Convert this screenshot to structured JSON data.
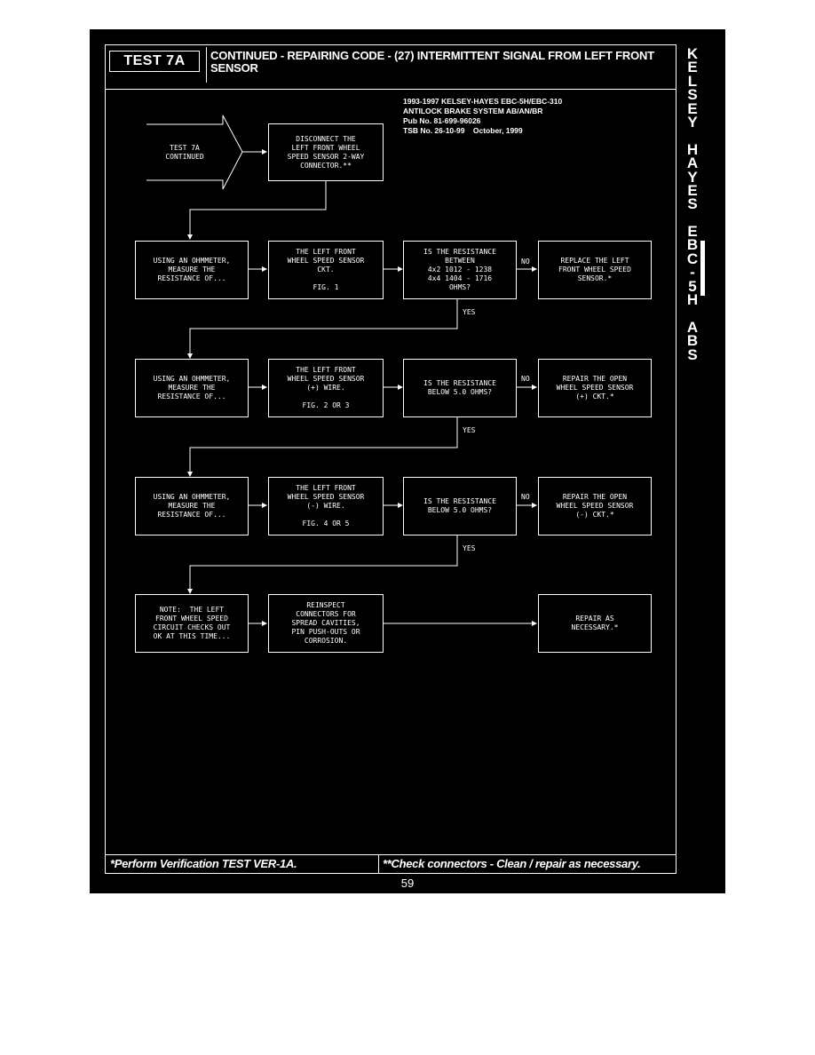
{
  "header": {
    "test_badge": "TEST 7A",
    "title": "CONTINUED - REPAIRING CODE - (27) INTERMITTENT SIGNAL FROM LEFT FRONT SENSOR"
  },
  "publication": {
    "line1": "1993-1997 KELSEY-HAYES EBC-5H/EBC-310",
    "line2": "ANTILOCK BRAKE SYSTEM AB/AN/BR",
    "line3": "Pub No. 81-699-96026",
    "line4": "TSB No. 26-10-99    October, 1999"
  },
  "sidebar": {
    "letters": [
      "K",
      "E",
      "L",
      "S",
      "E",
      "Y",
      "",
      "H",
      "A",
      "Y",
      "E",
      "S",
      "",
      "E",
      "B",
      "C",
      "-",
      "5",
      "H",
      "",
      "A",
      "B",
      "S"
    ]
  },
  "flowchart": {
    "start": "TEST 7A\nCONTINUED",
    "disconnect": "DISCONNECT THE\nLEFT FRONT WHEEL\nSPEED SENSOR 2-WAY\nCONNECTOR.**",
    "row1": {
      "action": "USING AN OHMMETER,\nMEASURE THE\nRESISTANCE OF...",
      "target": "THE LEFT FRONT\nWHEEL SPEED SENSOR\nCKT.\n\nFIG. 1",
      "question": "IS THE RESISTANCE\nBETWEEN\n4x2 1012 - 1238\n4x4 1404 - 1716\nOHMS?",
      "no_label": "NO",
      "yes_label": "YES",
      "result": "REPLACE THE LEFT\nFRONT WHEEL SPEED\nSENSOR.*"
    },
    "row2": {
      "action": "USING AN OHMMETER,\nMEASURE THE\nRESISTANCE OF...",
      "target": "THE LEFT FRONT\nWHEEL SPEED SENSOR\n(+) WIRE.\n\nFIG. 2 OR 3",
      "question": "IS THE RESISTANCE\nBELOW 5.0 OHMS?",
      "no_label": "NO",
      "yes_label": "YES",
      "result": "REPAIR THE OPEN\nWHEEL SPEED SENSOR\n(+) CKT.*"
    },
    "row3": {
      "action": "USING AN OHMMETER,\nMEASURE THE\nRESISTANCE OF...",
      "target": "THE LEFT FRONT\nWHEEL SPEED SENSOR\n(-) WIRE.\n\nFIG. 4 OR 5",
      "question": "IS THE RESISTANCE\nBELOW 5.0 OHMS?",
      "no_label": "NO",
      "yes_label": "YES",
      "result": "REPAIR THE OPEN\nWHEEL SPEED SENSOR\n(-) CKT.*"
    },
    "row4": {
      "note": "NOTE:  THE LEFT\nFRONT WHEEL SPEED\nCIRCUIT CHECKS OUT\nOK AT THIS TIME...",
      "reinspect": "REINSPECT\nCONNECTORS FOR\nSPREAD CAVITIES,\nPIN PUSH-OUTS OR\nCORROSION.",
      "result": "REPAIR AS\nNECESSARY.*"
    }
  },
  "footer": {
    "left_note": "*Perform Verification TEST VER-1A.",
    "right_note": "**Check connectors - Clean / repair as necessary.",
    "page_number": "59"
  }
}
